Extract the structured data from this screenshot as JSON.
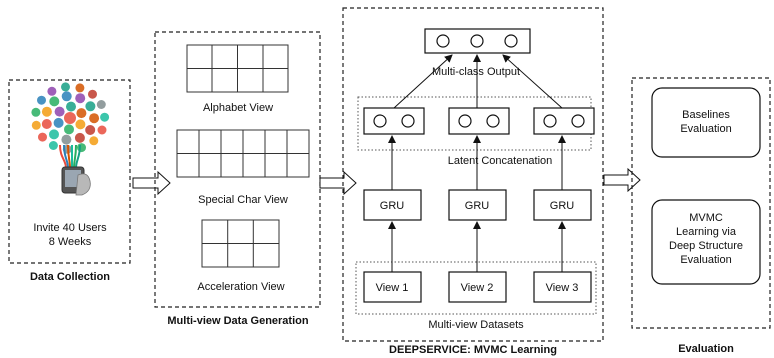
{
  "data_collection": {
    "users_line": "Invite 40 Users",
    "weeks_line": "8 Weeks",
    "title": "Data Collection"
  },
  "data_generation": {
    "alphabet_view": "Alphabet View",
    "special_char_view": "Special Char View",
    "acceleration_view": "Acceleration View",
    "title": "Multi-view Data Generation"
  },
  "deepservice": {
    "output_label": "Multi-class  Output",
    "latent_label": "Latent  Concatenation",
    "gru_labels": [
      "GRU",
      "GRU",
      "GRU"
    ],
    "view_labels": [
      "View 1",
      "View 2",
      "View 3"
    ],
    "datasets_label": "Multi-view Datasets",
    "title": "DEEPSERVICE: MVMC Learning"
  },
  "evaluation": {
    "baselines_lines": [
      "Baselines",
      "Evaluation"
    ],
    "mvmc_lines": [
      "MVMC",
      "Learning via",
      "Deep Structure",
      "Evaluation"
    ],
    "title": "Evaluation"
  },
  "colors": {
    "icon_palette": [
      "#e84c3d",
      "#f39c12",
      "#27ae60",
      "#2980b9",
      "#8e44ad",
      "#16a085",
      "#d35400",
      "#c0392b",
      "#7f8c8d",
      "#1abc9c"
    ]
  }
}
